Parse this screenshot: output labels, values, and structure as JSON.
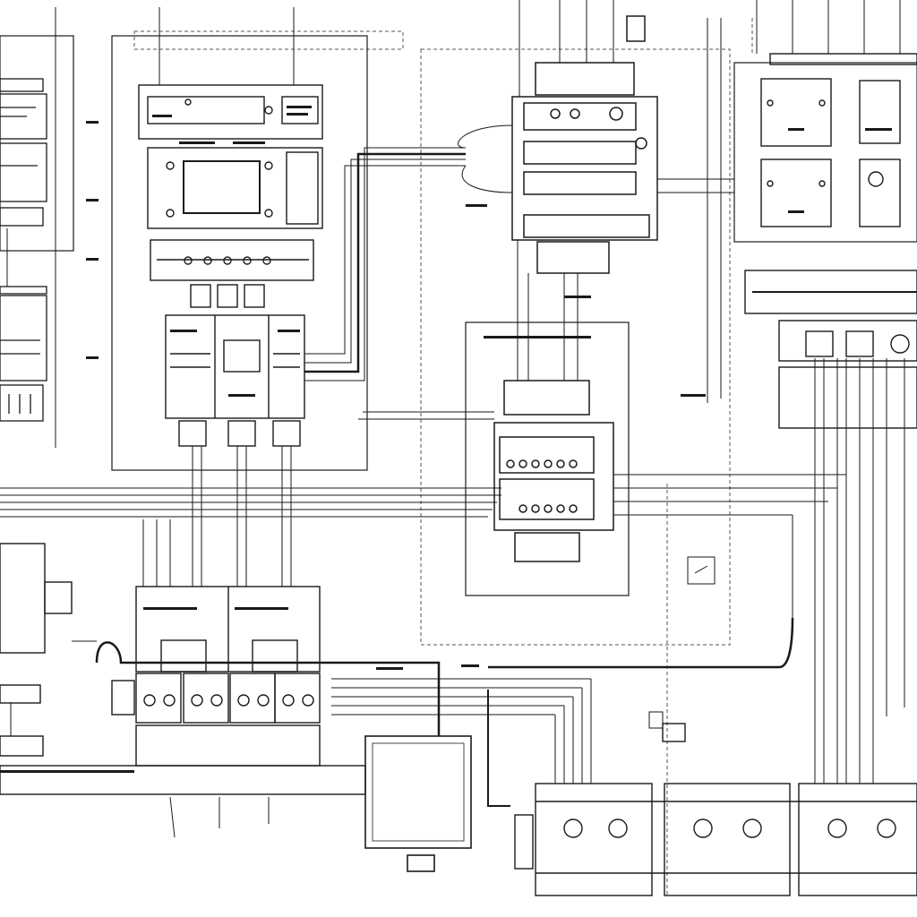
{
  "diagram": {
    "background": "#ffffff",
    "ink": "#1a1a1a",
    "dashed_ink": "#555555",
    "labels": {},
    "note": ""
  },
  "components": [
    {
      "id": "left-panel-a"
    },
    {
      "id": "left-panel-b"
    },
    {
      "id": "upper-controller-module"
    },
    {
      "id": "display-unit"
    },
    {
      "id": "terminal-strip-upper"
    },
    {
      "id": "relay-module-center-left"
    },
    {
      "id": "top-center-plc"
    },
    {
      "id": "right-top-enclosure"
    },
    {
      "id": "right-mid-busbar"
    },
    {
      "id": "center-terminal-block"
    },
    {
      "id": "breaker-row-lower-left"
    },
    {
      "id": "transformer-box"
    },
    {
      "id": "contactor-bank-bottom-right"
    },
    {
      "id": "motor-unit-left"
    }
  ]
}
